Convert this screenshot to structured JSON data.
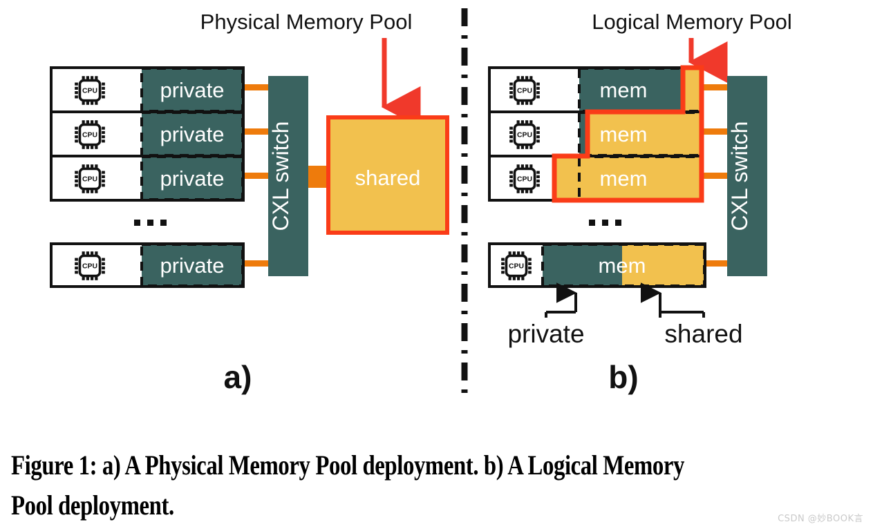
{
  "figure": {
    "caption": "Figure 1: a) A Physical Memory Pool deployment. b) A Logical Memory Pool deployment.",
    "watermark": "CSDN @妙BOOK言"
  },
  "colors": {
    "teal": "#3A6360",
    "amber": "#F2C14E",
    "orange_link": "#EE7B0C",
    "red_outline": "#FA3C18",
    "arrow_red": "#F0392B",
    "black": "#111111",
    "white": "#FFFFFF"
  },
  "panel_a": {
    "title": "Physical Memory Pool",
    "label": "a)",
    "pool_arrow": "down-arrow-red",
    "servers": [
      {
        "cpu": "CPU",
        "mem_label": "private"
      },
      {
        "cpu": "CPU",
        "mem_label": "private"
      },
      {
        "cpu": "CPU",
        "mem_label": "private"
      }
    ],
    "ellipsis": "...",
    "last_server": {
      "cpu": "CPU",
      "mem_label": "private"
    },
    "switch": "CXL switch",
    "pool_box": "shared"
  },
  "panel_b": {
    "title": "Logical Memory Pool",
    "label": "b)",
    "pool_arrow": "down-arrow-red",
    "servers": [
      {
        "cpu": "CPU",
        "mem_label": "mem"
      },
      {
        "cpu": "CPU",
        "mem_label": "mem"
      },
      {
        "cpu": "CPU",
        "mem_label": "mem"
      }
    ],
    "ellipsis": "...",
    "last_server": {
      "cpu": "CPU",
      "mem_label": "mem"
    },
    "switch": "CXL switch",
    "callouts": [
      {
        "label": "private",
        "points_to": "teal-region"
      },
      {
        "label": "shared",
        "points_to": "amber-region"
      }
    ]
  },
  "divider": "vertical-dash-dot-line"
}
